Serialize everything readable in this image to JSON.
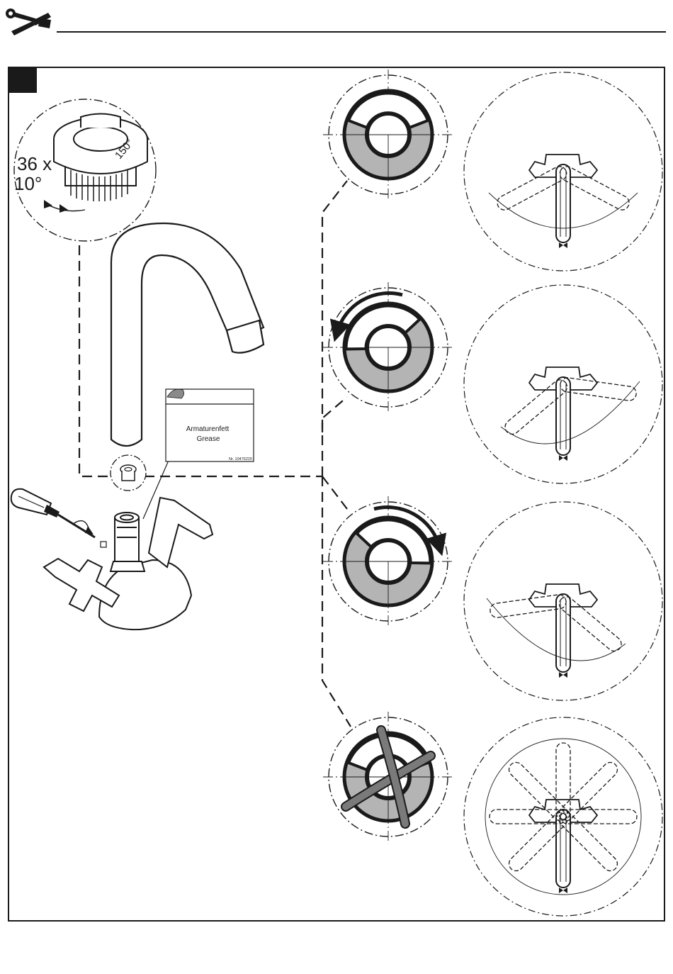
{
  "header": {
    "icon": "wrench-screwdriver-icon"
  },
  "step": {
    "number": ""
  },
  "cartridge": {
    "angle_label": "150°",
    "spline_count": "36 x",
    "spline_angle": "10°"
  },
  "grease": {
    "line1": "Armaturenfett",
    "line2": "Grease",
    "part_no": "Nr. 10476220"
  },
  "colors": {
    "ink": "#1a1a1a",
    "stop_ring_fill": "#b4b4b4",
    "cross_mark": "#7a7a7a"
  },
  "rows": [
    {
      "id": "neutral",
      "arrow": "none"
    },
    {
      "id": "rotated-left",
      "arrow": "counter-clockwise"
    },
    {
      "id": "rotated-right",
      "arrow": "clockwise"
    },
    {
      "id": "stop-removed",
      "arrow": "crossed-out"
    }
  ]
}
